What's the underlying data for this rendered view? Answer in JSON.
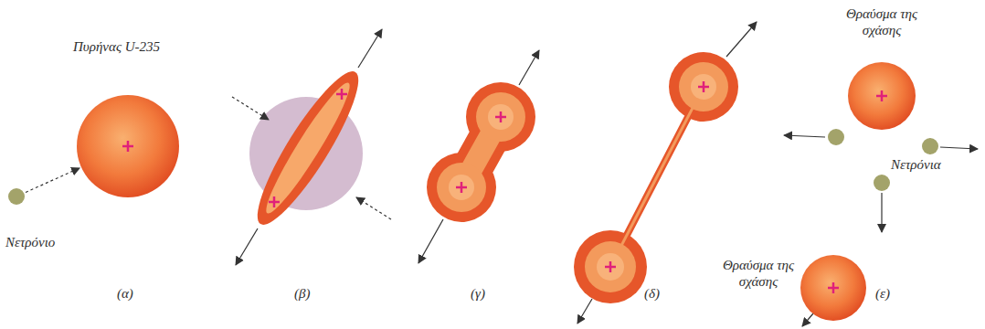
{
  "diagram": {
    "nodes": [
      {
        "text": [
          "Πυρήνας U-235"
        ]
      },
      {
        "text": [
          "Νετρόνιο"
        ]
      },
      {
        "text": [
          "Θραύσμα της σχάσης"
        ]
      },
      {
        "text": [
          "Θραύσμα της σχάσης"
        ]
      }
    ],
    "edges": [
      {
        "from": 1,
        "to": 0,
        "arrow": "to"
      }
    ],
    "labels": [
      "Νετρόνια",
      "(α)",
      "(β)",
      "(γ)",
      "(δ)",
      "(ε)"
    ]
  }
}
